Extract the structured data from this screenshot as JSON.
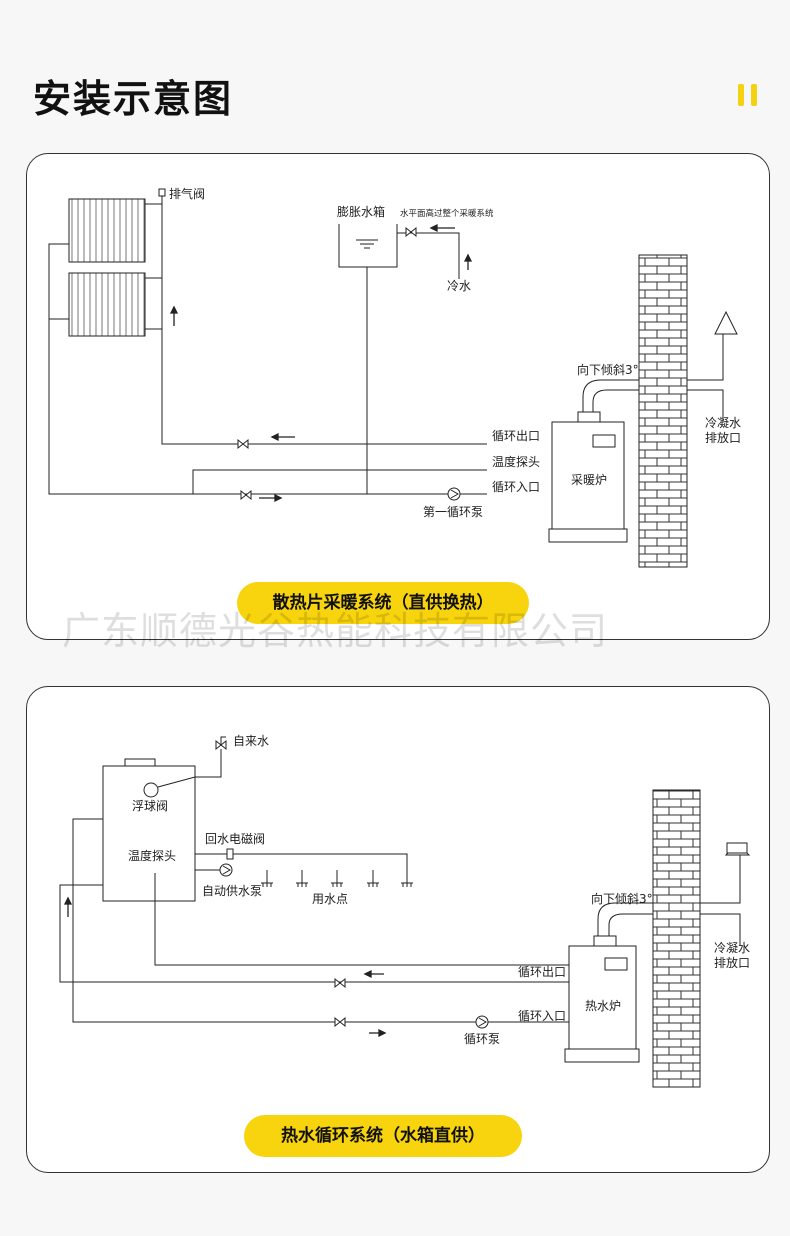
{
  "page_title": "安装示意图",
  "watermark": "广东顺德光谷热能科技有限公司",
  "colors": {
    "accent": "#f7d40d",
    "line": "#222222",
    "background": "#f7f7f7"
  },
  "diagram1": {
    "caption": "散热片采暖系统（直供换热）",
    "labels": {
      "air_vent": "排气阀",
      "expansion_tank": "膨胀水箱",
      "tank_note": "水平面高过整个采暖系统",
      "cold_water": "冷水",
      "tilt": "向下倾斜3°",
      "condensate": "冷凝水",
      "drain": "排放口",
      "outlet": "循环出口",
      "temp_probe": "温度探头",
      "inlet": "循环入口",
      "boiler": "采暖炉",
      "pump": "第一循环泵"
    }
  },
  "diagram2": {
    "caption": "热水循环系统（水箱直供）",
    "labels": {
      "tap_water": "自来水",
      "float_valve": "浮球阀",
      "return_valve": "回水电磁阀",
      "temp_probe": "温度探头",
      "auto_pump": "自动供水泵",
      "water_points": "用水点",
      "tilt": "向下倾斜3°",
      "condensate": "冷凝水",
      "drain": "排放口",
      "outlet": "循环出口",
      "inlet": "循环入口",
      "boiler": "热水炉",
      "pump": "循环泵"
    }
  }
}
